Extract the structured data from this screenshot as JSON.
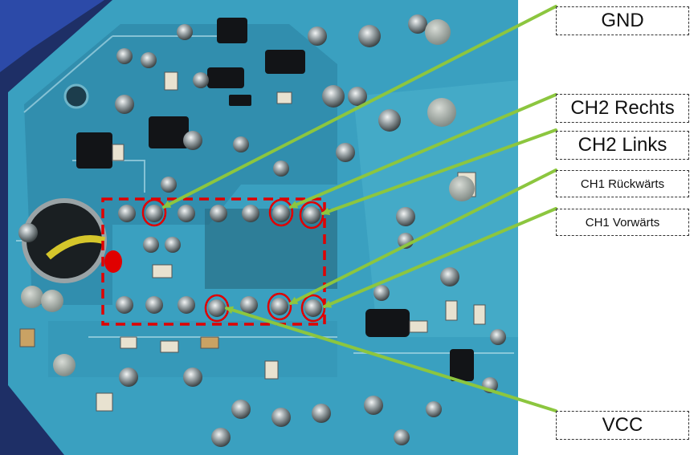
{
  "labels": {
    "gnd": "GND",
    "ch2_rechts": "CH2 Rechts",
    "ch2_links": "CH2 Links",
    "ch1_rueckwaerts": "CH1 Rückwärts",
    "ch1_vorwaerts": "CH1 Vorwärts",
    "vcc": "VCC"
  },
  "colors": {
    "board": "#3aa0c0",
    "arrow": "#8cc63f",
    "highlight": "#e00000",
    "label_border": "#333333"
  }
}
